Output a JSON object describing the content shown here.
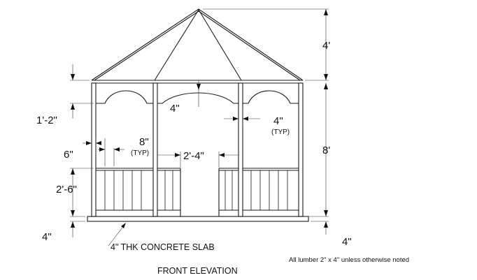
{
  "drawing": {
    "title": "FRONT ELEVATION",
    "note": "All lumber 2\" x 4\" unless otherwise noted",
    "slab_callout": "4\" THK CONCRETE SLAB"
  },
  "dimensions": {
    "roof_height": "4'",
    "wall_height": "8'",
    "slab_thickness_right": "4\"",
    "slab_thickness_left": "4\"",
    "arch_depth": "1'-2\"",
    "arch_rise_center": "4\"",
    "post_width": "4\"",
    "post_width_typ": "(TYP)",
    "baluster_spacing": "8\"",
    "baluster_spacing_typ": "(TYP)",
    "rail_offset": "6\"",
    "railing_height": "2'-6\"",
    "opening_width": "2'-4\""
  }
}
